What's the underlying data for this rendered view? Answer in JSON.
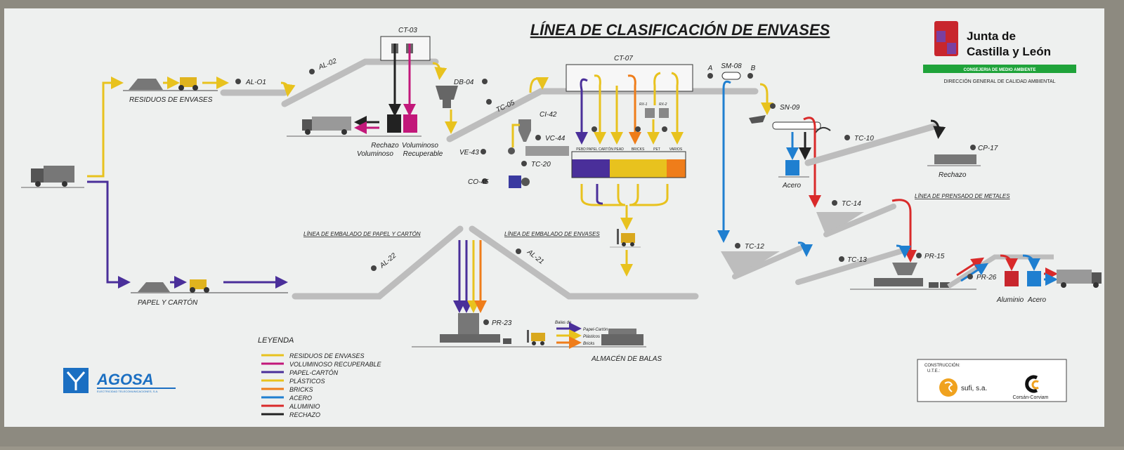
{
  "title": "LÍNEA DE CLASIFICACIÓN DE ENVASES",
  "header_logo": {
    "name_line1": "Junta de",
    "name_line2": "Castilla y León",
    "bar_text": "CONSEJERIA DE MEDIO AMBIENTE",
    "direction": "DIRECCIÓN GENERAL DE CALIDAD AMBIENTAL"
  },
  "equipment": {
    "ct03": "CT-03",
    "ct07": "CT-07",
    "al01": "AL-O1",
    "al02": "AL-02",
    "db04": "DB-04",
    "tc05": "TC-05",
    "ci42": "CI-42",
    "vc44": "VC-44",
    "ve43": "VE-43",
    "tc20": "TC-20",
    "co45": "CO-45",
    "sm08": "SM-08",
    "a": "A",
    "b": "B",
    "sn09": "SN-09",
    "tc10": "TC-10",
    "cp17": "CP-17",
    "tc14": "TC-14",
    "tc12": "TC-12",
    "tc13": "TC-13",
    "pr15": "PR-15",
    "pr26": "PR-26",
    "al22": "AL-22",
    "al21": "AL-21",
    "pr23": "PR-23",
    "rx1": "RX-1",
    "rx2": "RX-2"
  },
  "labels": {
    "residuos_envases": "RESIDUOS DE ENVASES",
    "papel_carton": "PAPEL Y CARTÓN",
    "rechazo_voluminoso_1": "Rechazo",
    "rechazo_voluminoso_2": "Voluminoso",
    "vol_recuperable_1": "Voluminoso",
    "vol_recuperable_2": "Recuperable",
    "acero": "Acero",
    "rechazo": "Rechazo",
    "aluminio": "Aluminio",
    "acero2": "Acero",
    "linea_prensado": "LÍNEA DE PRENSADO DE METALES",
    "linea_papel": "LÍNEA DE EMBALADO DE PAPEL Y CARTÓN",
    "linea_envases": "LÍNEA DE EMBALADO DE ENVASES",
    "almacen": "ALMACÉN DE BALAS"
  },
  "bins": [
    "PEBD",
    "PAPEL CARTÓN",
    "PEAD",
    "BRICKS",
    "PET",
    "VARIOS"
  ],
  "balas": {
    "title": "Balas de",
    "items": [
      {
        "label": "Papel-Cartón",
        "color": "#3b2f9a"
      },
      {
        "label": "Plásticos",
        "color": "#e8c21e"
      },
      {
        "label": "Bricks",
        "color": "#ef7d1a"
      }
    ]
  },
  "legend": {
    "title": "LEYENDA",
    "items": [
      {
        "label": "RESIDUOS DE ENVASES",
        "color": "#e8c21e"
      },
      {
        "label": "VOLUMINOSO RECUPERABLE",
        "color": "#c2187a"
      },
      {
        "label": "PAPEL-CARTÓN",
        "color": "#4a2f9a"
      },
      {
        "label": "PLÁSTICOS",
        "color": "#e8c21e"
      },
      {
        "label": "BRICKS",
        "color": "#ef7d1a"
      },
      {
        "label": "ACERO",
        "color": "#1f7fd0"
      },
      {
        "label": "ALUMINIO",
        "color": "#d92a2a"
      },
      {
        "label": "RECHAZO",
        "color": "#222222"
      }
    ]
  },
  "agosa": {
    "name": "AGOSA",
    "subtitle": "ELECTRICIDAD TELECOMUNICACIONES, S.A."
  },
  "construccion": {
    "title": "CONSTRUCCIÓN:",
    "ute": "U.T.E.:",
    "sufi": "sufi, s.a.",
    "corsan": "Corsán-Corviam"
  },
  "colors": {
    "yellow": "#e8c21e",
    "purple": "#4a2f9a",
    "magenta": "#c2187a",
    "orange": "#ef7d1a",
    "blue": "#1f7fd0",
    "red": "#d92a2a",
    "black": "#222222",
    "green": "#1fa33a",
    "conveyor": "#bdbdbd"
  }
}
